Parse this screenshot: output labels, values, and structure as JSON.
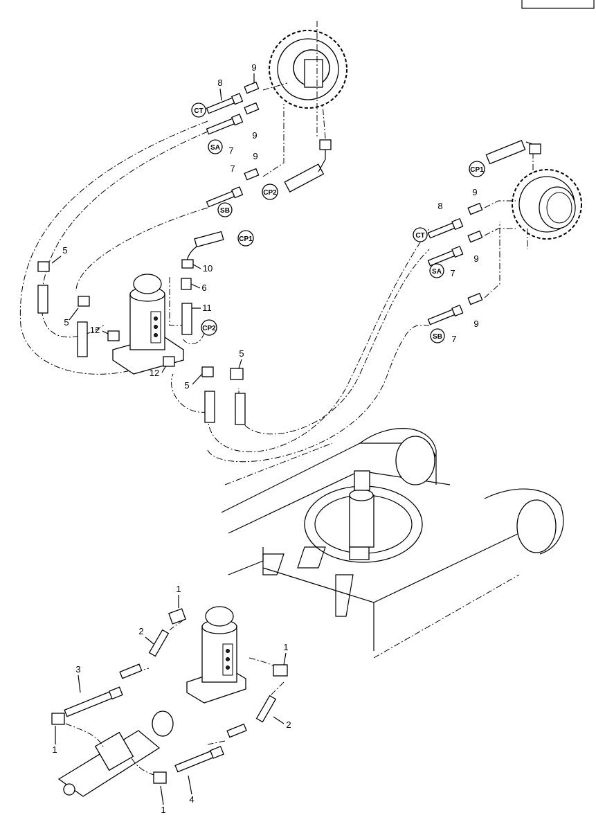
{
  "page_number": "",
  "callouts": {
    "c1a": "1",
    "c1b": "1",
    "c1c": "1",
    "c1d": "1",
    "c2a": "2",
    "c2b": "2",
    "c3": "3",
    "c4": "4",
    "c5a": "5",
    "c5b": "5",
    "c5c": "5",
    "c5d": "5",
    "c6": "6",
    "c7a": "7",
    "c7b": "7",
    "c7c": "7",
    "c7d": "7",
    "c8a": "8",
    "c8b": "8",
    "c9a": "9",
    "c9b": "9",
    "c9c": "9",
    "c9d": "9",
    "c9e": "9",
    "c9f": "9",
    "c10": "10",
    "c11": "11",
    "c12a": "12",
    "c12b": "12"
  },
  "tags": {
    "ct1": "CT",
    "sa1": "SA",
    "sb1": "SB",
    "cp2a": "CP2",
    "cp1a": "CP1",
    "cp1b": "CP1",
    "cp2b": "CP2",
    "ct2": "CT",
    "sa2": "SA",
    "sb2": "SB"
  }
}
